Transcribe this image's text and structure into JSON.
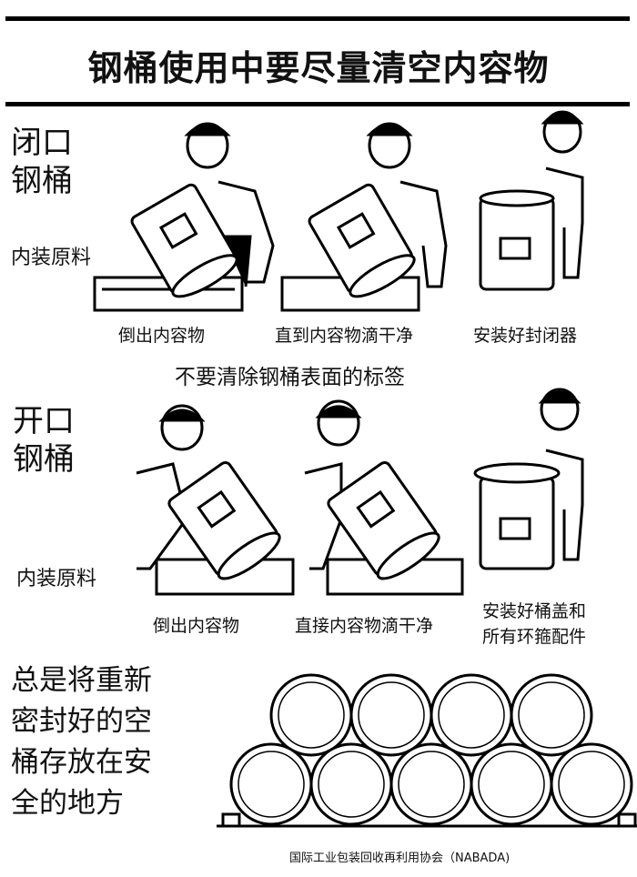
{
  "title": "钢桶使用中要尽量清空内容物",
  "closed_head": {
    "label_line1": "闭口",
    "label_line2": "钢桶",
    "contents_label": "内装原料",
    "captions": [
      "倒出内容物",
      "直到内容物滴干净",
      "安装好封闭器"
    ]
  },
  "label_warning": "不要清除钢桶表面的标签",
  "open_head": {
    "label_line1": "开口",
    "label_line2": "钢桶",
    "contents_label": "内装原料",
    "captions": [
      "倒出内容物",
      "直接内容物滴干净"
    ],
    "caption3_line1": "安装好桶盖和",
    "caption3_line2": "所有环箍配件"
  },
  "storage": {
    "lines": [
      "总是将重新",
      "密封好的空",
      "桶存放在安",
      "全的地方"
    ]
  },
  "footer": "国际工业包装回收再利用协会（NABADA)"
}
